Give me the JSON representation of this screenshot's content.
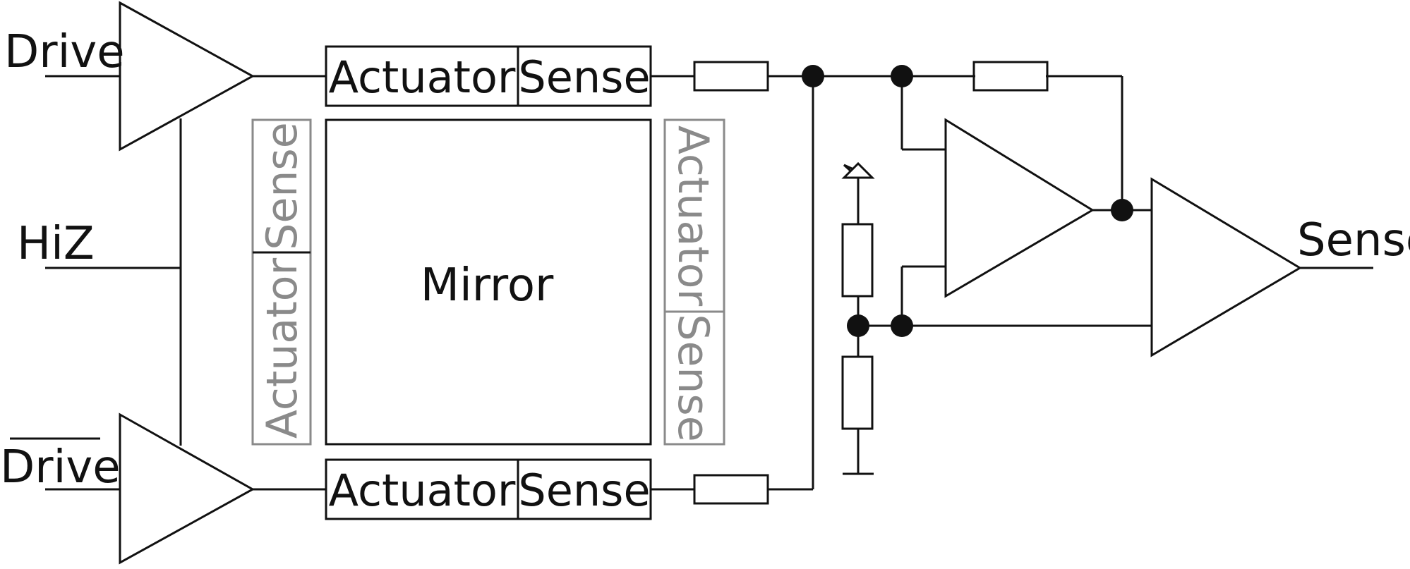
{
  "labels": {
    "drive_top": "Drive",
    "hiz": "HiZ",
    "drive_bottom": "Drive",
    "sense_output": "Sense"
  },
  "blocks": {
    "top_actuator": "Actuator",
    "top_sense": "Sense",
    "bottom_actuator": "Actuator",
    "bottom_sense": "Sense",
    "left_sense": "Sense",
    "left_actuator": "Actuator",
    "right_actuator": "Actuator",
    "right_sense": "Sense",
    "mirror": "Mirror"
  },
  "colors": {
    "line": "#111111",
    "inactive": "#8a8a8a",
    "background": "#ffffff"
  }
}
